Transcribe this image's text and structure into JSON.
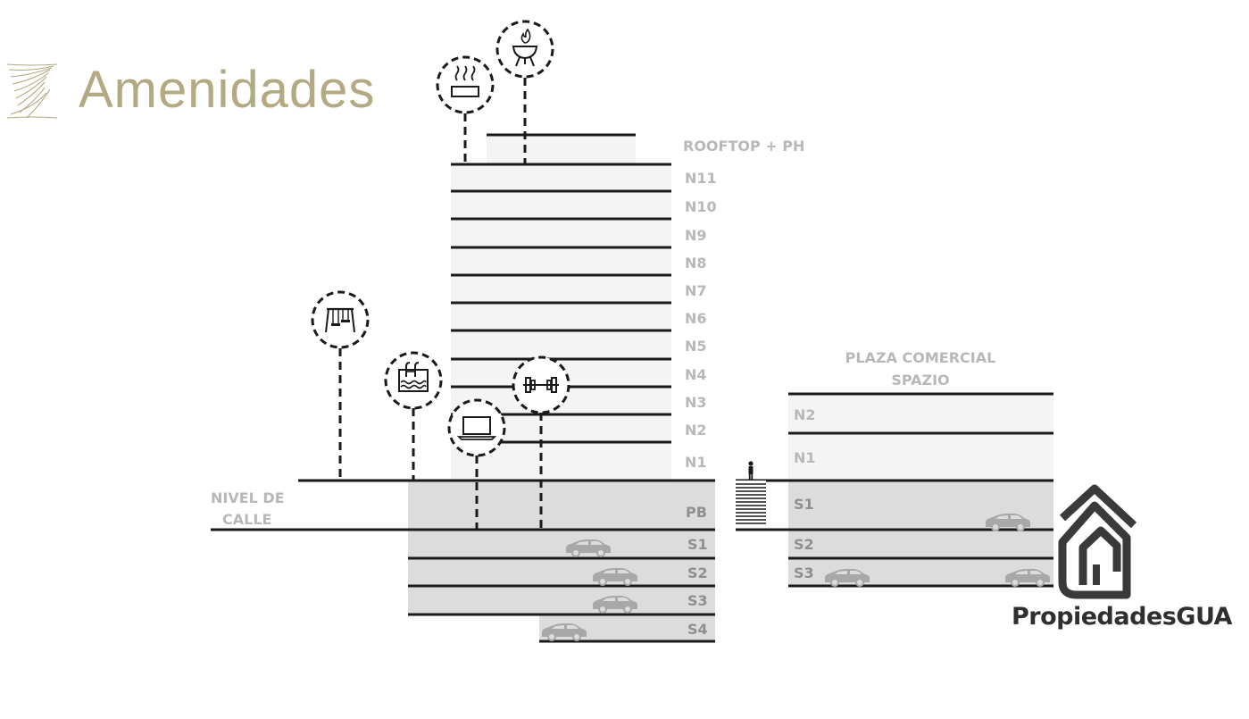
{
  "header": {
    "title": "Amenidades"
  },
  "tower": {
    "rooftop_label": "ROOFTOP + PH",
    "floors": [
      "N11",
      "N10",
      "N9",
      "N8",
      "N7",
      "N6",
      "N5",
      "N4",
      "N3",
      "N2",
      "N1"
    ],
    "ground_label": "PB",
    "basements": [
      "S1",
      "S2",
      "S3",
      "S4"
    ]
  },
  "street": {
    "label_line1": "NIVEL DE",
    "label_line2": "CALLE"
  },
  "plaza": {
    "title_line1": "PLAZA COMERCIAL",
    "title_line2": "SPAZIO",
    "floors": [
      "N2",
      "N1"
    ],
    "basements": [
      "S1",
      "S2",
      "S3"
    ]
  },
  "amenities": [
    {
      "icon": "heated-pool-icon"
    },
    {
      "icon": "bbq-grill-icon"
    },
    {
      "icon": "playground-swing-icon"
    },
    {
      "icon": "swimming-pool-icon"
    },
    {
      "icon": "gym-dumbbell-icon"
    },
    {
      "icon": "business-center-laptop-icon"
    }
  ],
  "brand": {
    "name": "PropiedadesGUA"
  },
  "colors": {
    "title": "#b3a982",
    "lines": "#1a1a1a",
    "floor_fill": "#f4f4f4",
    "basement_fill": "#dcdcdc",
    "label": "#8f8f8f",
    "car": "#a8a8a8"
  }
}
